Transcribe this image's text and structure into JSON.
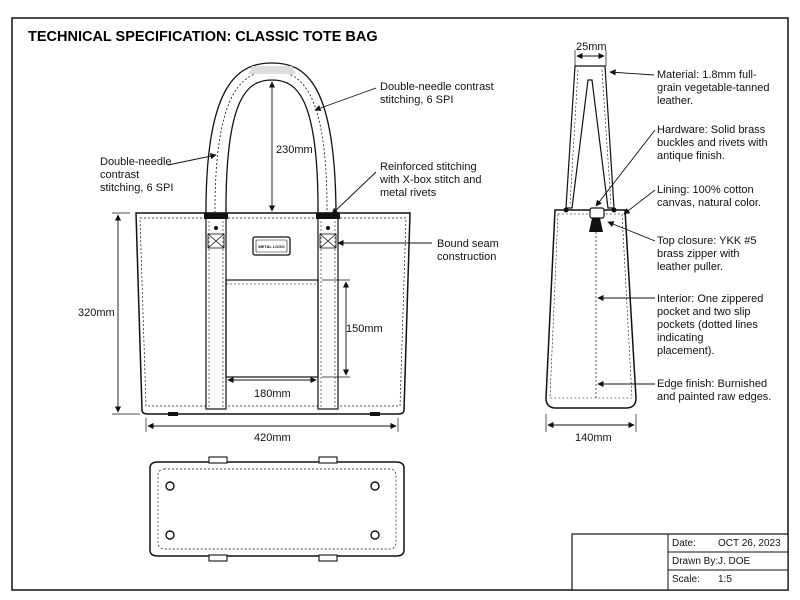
{
  "title": "TECHNICAL SPECIFICATION: CLASSIC TOTE BAG",
  "front_view": {
    "logo_text": "METAL LOGO",
    "callouts": {
      "stitch_right": [
        "Double-needle contrast",
        "stitching, 6 SPI"
      ],
      "stitch_left": [
        "Double-needle",
        "contrast",
        "stitching, 6 SPI"
      ],
      "reinforced": [
        "Reinforced stitching",
        "with X-box stitch and",
        "metal rivets"
      ],
      "bound_seam": [
        "Bound seam",
        "construction"
      ]
    },
    "dimensions": {
      "handle_drop": "230mm",
      "height": "320mm",
      "pocket_height": "150mm",
      "pocket_width": "180mm",
      "width": "420mm"
    }
  },
  "side_view": {
    "dimensions": {
      "strap_width": "25mm",
      "depth": "140mm"
    },
    "callouts": {
      "material": [
        "Material: 1.8mm full-",
        "grain vegetable-tanned",
        "leather."
      ],
      "hardware": [
        "Hardware: Solid brass",
        "buckles and rivets with",
        "antique finish."
      ],
      "lining": [
        "Lining: 100% cotton",
        "canvas, natural color."
      ],
      "closure": [
        "Top closure: YKK #5",
        "brass zipper with",
        "leather puller."
      ],
      "interior": [
        "Interior: One zippered",
        "pocket and two slip",
        "pockets (dotted lines",
        "indicating",
        "placement)."
      ],
      "edge": [
        "Edge finish: Burnished",
        "and painted raw edges."
      ]
    }
  },
  "title_block": {
    "date_label": "Date:",
    "date_value": "OCT 26, 2023",
    "drawn_label": "Drawn By:",
    "drawn_value": "J. DOE",
    "scale_label": "Scale:",
    "scale_value": "1:5"
  }
}
